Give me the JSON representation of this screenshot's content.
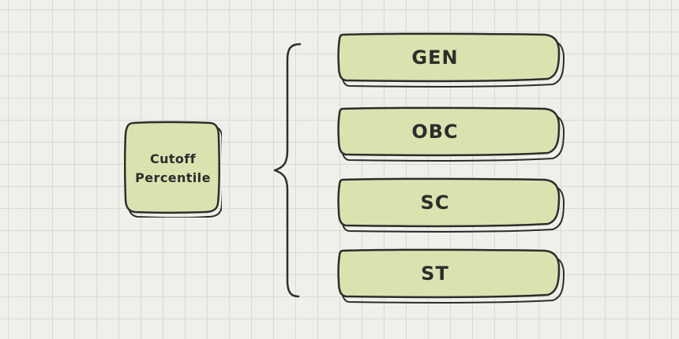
{
  "diagram": {
    "source_node": {
      "line1": "Cutoff",
      "line2": "Percentile"
    },
    "categories": [
      {
        "label": "GEN"
      },
      {
        "label": "OBC"
      },
      {
        "label": "SC"
      },
      {
        "label": "ST"
      }
    ],
    "colors": {
      "background": "#f0efea",
      "grid": "#d9d8d2",
      "fill": "#d8e3b0",
      "stroke": "#2b2e2a"
    }
  }
}
